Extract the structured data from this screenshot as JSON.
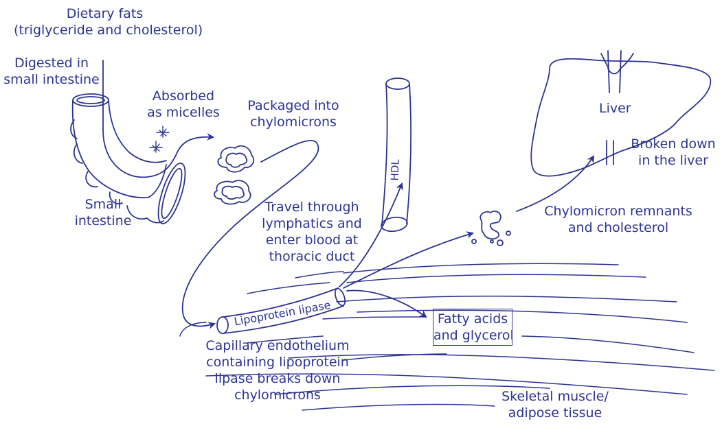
{
  "ink_color": "#2c3393",
  "labels": {
    "dietary_fats": "Dietary fats",
    "dietary_fats_sub": "(triglyceride and cholesterol)",
    "digested_1": "Digested in",
    "digested_2": "small intestine",
    "absorbed_1": "Absorbed",
    "absorbed_2": "as micelles",
    "packaged_1": "Packaged into",
    "packaged_2": "chylomicrons",
    "small_int_1": "Small",
    "small_int_2": "intestine",
    "hdl": "HDL",
    "liver": "Liver",
    "broken_1": "Broken down",
    "broken_2": "in the liver",
    "remnants_1": "Chylomicron remnants",
    "remnants_2": "and cholesterol",
    "travel_1": "Travel through",
    "travel_2": "lymphatics and",
    "travel_3": "enter blood at",
    "travel_4": "thoracic duct",
    "lipase": "Lipoprotein lipase",
    "fatty_1": "Fatty acids",
    "fatty_2": "and glycerol",
    "capillary_1": "Capillary endothelium",
    "capillary_2": "containing lipoprotein",
    "capillary_3": "lipase breaks down",
    "capillary_4": "chylomicrons",
    "skeletal_1": "Skeletal muscle/",
    "skeletal_2": "adipose tissue"
  }
}
